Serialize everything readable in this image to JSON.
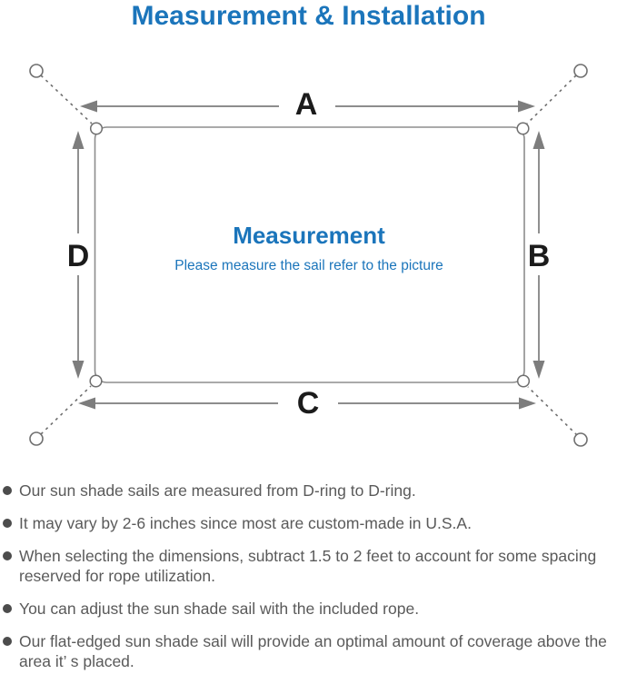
{
  "page": {
    "title": "Measurement & Installation",
    "title_color": "#1b75bb"
  },
  "diagram": {
    "labels": {
      "top": "A",
      "right": "B",
      "bottom": "C",
      "left": "D"
    },
    "center": {
      "heading": "Measurement",
      "subheading": "Please measure the sail refer to the picture",
      "text_color": "#1b75bb"
    },
    "colors": {
      "outline": "#8d8d8d",
      "arrow": "#7d7d7d",
      "tether": "#6f6f6f",
      "label": "#1b1b1b"
    }
  },
  "notes": {
    "items": [
      "Our sun shade sails are measured from D-ring to D-ring.",
      "It may vary by 2-6 inches since most are custom-made in U.S.A.",
      "When selecting the dimensions, subtract 1.5 to 2 feet to account for some spacing reserved for rope utilization.",
      "You can adjust the sun shade sail with the included rope.",
      "Our flat-edged sun shade sail will provide an optimal amount of coverage above the area it’ s placed."
    ]
  }
}
